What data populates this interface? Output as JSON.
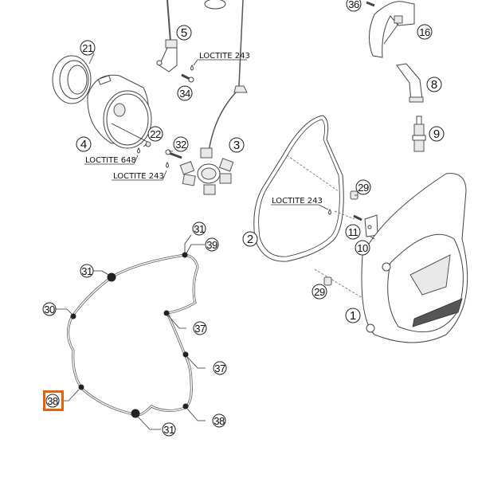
{
  "diagram": {
    "type": "exploded parts diagram",
    "highlight_color": "#e8600a",
    "selected_callout": "38",
    "callouts": [
      {
        "id": "c1",
        "label": "1"
      },
      {
        "id": "c2",
        "label": "2"
      },
      {
        "id": "c3",
        "label": "3"
      },
      {
        "id": "c4",
        "label": "4"
      },
      {
        "id": "c5",
        "label": "5"
      },
      {
        "id": "c8",
        "label": "8"
      },
      {
        "id": "c9",
        "label": "9"
      },
      {
        "id": "c10",
        "label": "10"
      },
      {
        "id": "c11",
        "label": "11"
      },
      {
        "id": "c16",
        "label": "16"
      },
      {
        "id": "c21",
        "label": "21"
      },
      {
        "id": "c22",
        "label": "22"
      },
      {
        "id": "c29a",
        "label": "29"
      },
      {
        "id": "c29b",
        "label": "29"
      },
      {
        "id": "c32",
        "label": "32"
      },
      {
        "id": "c34",
        "label": "34"
      },
      {
        "id": "c36",
        "label": "36"
      },
      {
        "id": "c31a",
        "label": "31"
      },
      {
        "id": "c39",
        "label": "39"
      },
      {
        "id": "c31b",
        "label": "31"
      },
      {
        "id": "c30",
        "label": "30"
      },
      {
        "id": "c37a",
        "label": "37"
      },
      {
        "id": "c37b",
        "label": "37"
      },
      {
        "id": "c38a",
        "label": "38"
      },
      {
        "id": "c38b",
        "label": "38"
      },
      {
        "id": "c31c",
        "label": "31"
      }
    ],
    "notes": [
      {
        "id": "n1",
        "text": "LOCTITE 243"
      },
      {
        "id": "n2",
        "text": "LOCTITE 648"
      },
      {
        "id": "n3",
        "text": "LOCTITE 243"
      },
      {
        "id": "n4",
        "text": "LOCTITE 243"
      }
    ]
  }
}
